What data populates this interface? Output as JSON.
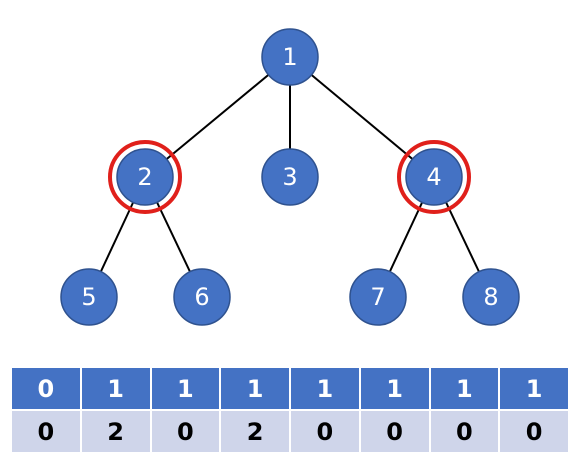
{
  "tree": {
    "nodes": [
      {
        "id": "1",
        "label": "1",
        "highlighted": false
      },
      {
        "id": "2",
        "label": "2",
        "highlighted": true
      },
      {
        "id": "3",
        "label": "3",
        "highlighted": false
      },
      {
        "id": "4",
        "label": "4",
        "highlighted": true
      },
      {
        "id": "5",
        "label": "5",
        "highlighted": false
      },
      {
        "id": "6",
        "label": "6",
        "highlighted": false
      },
      {
        "id": "7",
        "label": "7",
        "highlighted": false
      },
      {
        "id": "8",
        "label": "8",
        "highlighted": false
      }
    ],
    "edges": [
      {
        "from": "1",
        "to": "2"
      },
      {
        "from": "1",
        "to": "3"
      },
      {
        "from": "1",
        "to": "4"
      },
      {
        "from": "2",
        "to": "5"
      },
      {
        "from": "2",
        "to": "6"
      },
      {
        "from": "4",
        "to": "7"
      },
      {
        "from": "4",
        "to": "8"
      }
    ]
  },
  "array": {
    "top_row": [
      "0",
      "1",
      "1",
      "1",
      "1",
      "1",
      "1",
      "1"
    ],
    "bottom_row": [
      "0",
      "2",
      "0",
      "2",
      "0",
      "0",
      "0",
      "0"
    ]
  },
  "colors": {
    "node_fill": "#4472c4",
    "highlight": "#e0201b",
    "top_row_bg": "#4472c4",
    "bottom_row_bg": "#cfd5ea"
  }
}
